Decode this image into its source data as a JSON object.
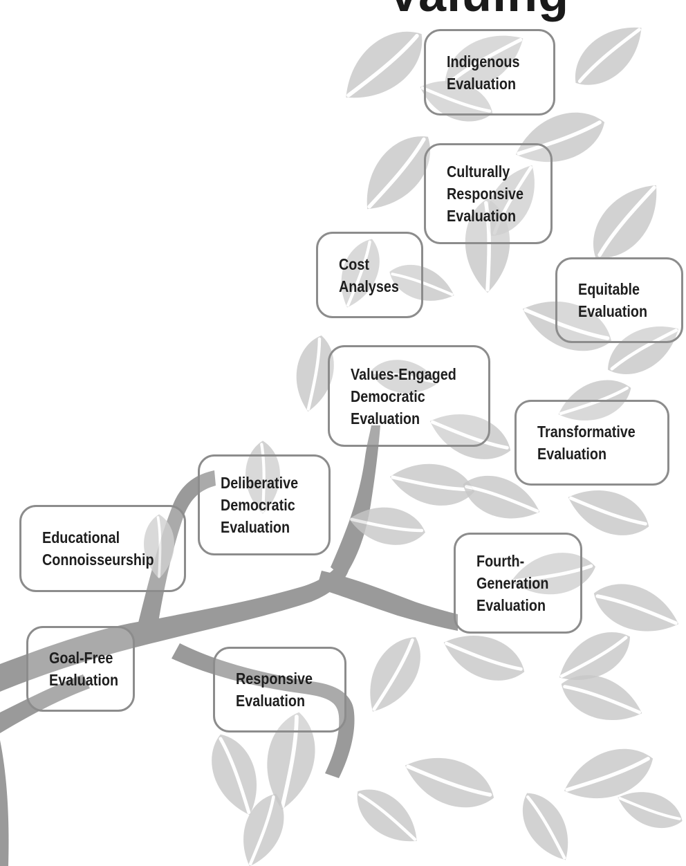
{
  "heading": "Valuing",
  "colors": {
    "leaf": "#c8c8c8",
    "leaf_vein": "#ffffff",
    "branch": "#9a9a9a",
    "box_border": "#8c8c8c",
    "text": "#1e1e1e"
  },
  "boxes": [
    {
      "id": "indigenous",
      "lines": [
        "Indigenous",
        "Evaluation"
      ]
    },
    {
      "id": "culturally-responsive",
      "lines": [
        "Culturally",
        "Responsive",
        "Evaluation"
      ]
    },
    {
      "id": "cost-analyses",
      "lines": [
        "Cost",
        "Analyses"
      ]
    },
    {
      "id": "equitable",
      "lines": [
        "Equitable",
        "Evaluation"
      ]
    },
    {
      "id": "values-engaged",
      "lines": [
        "Values-Engaged",
        "Democratic",
        "Evaluation"
      ]
    },
    {
      "id": "transformative",
      "lines": [
        "Transformative",
        "Evaluation"
      ]
    },
    {
      "id": "deliberative",
      "lines": [
        "Deliberative",
        "Democratic",
        "Evaluation"
      ]
    },
    {
      "id": "educational-connoisseurship",
      "lines": [
        "Educational",
        "Connoisseurship"
      ]
    },
    {
      "id": "fourth-generation",
      "lines": [
        "Fourth-",
        "Generation",
        "Evaluation"
      ]
    },
    {
      "id": "goal-free",
      "lines": [
        "Goal-Free",
        "Evaluation"
      ]
    },
    {
      "id": "responsive",
      "lines": [
        "Responsive",
        "Evaluation"
      ]
    }
  ]
}
